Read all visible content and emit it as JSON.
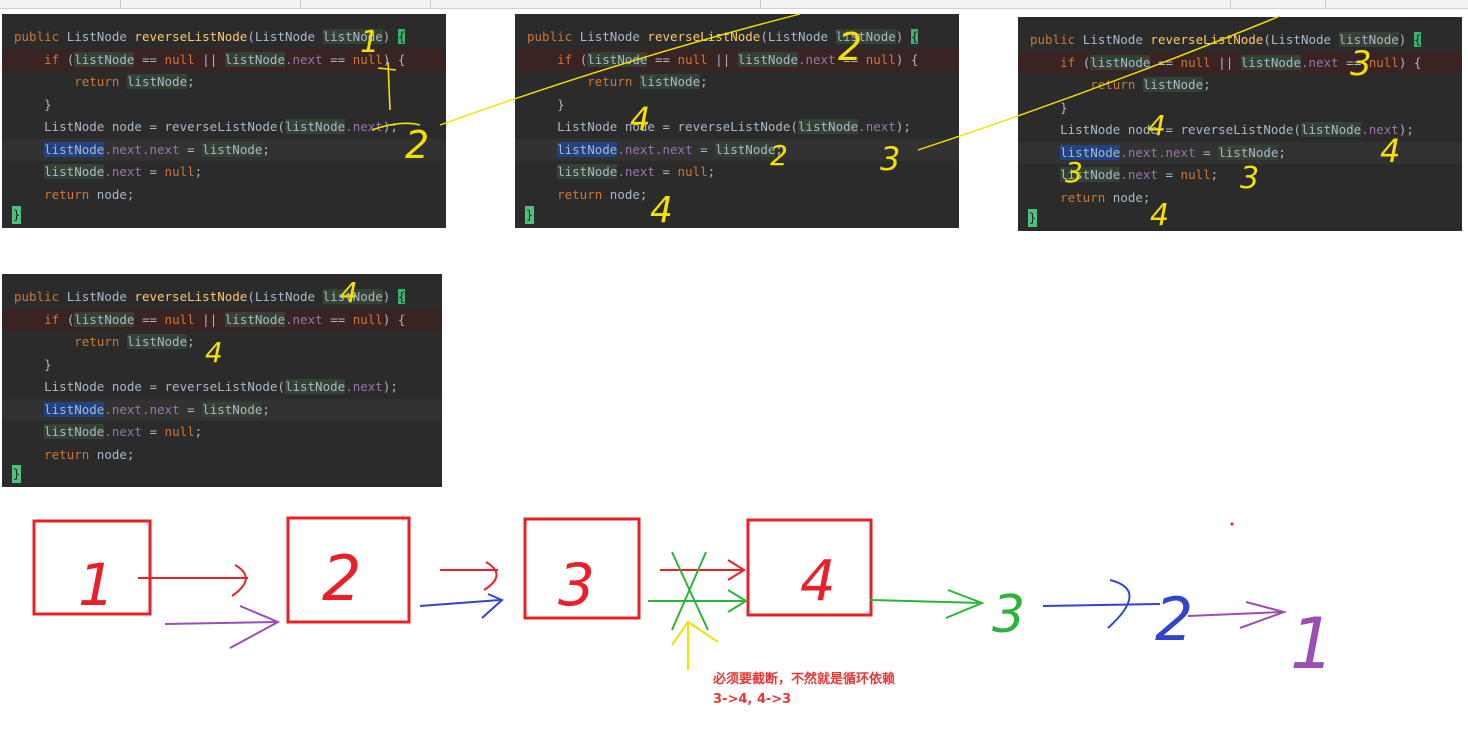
{
  "code": {
    "sig_public": "public ",
    "sig_type": "ListNode ",
    "sig_name": "reverseListNode",
    "sig_open": "(",
    "sig_ptype": "ListNode ",
    "sig_param": "listNode",
    "sig_close": ") ",
    "sig_brace": "{",
    "if_kw": "if ",
    "if_open": "(",
    "var": "listNode",
    "eq_null": " == ",
    "null": "null",
    "or": " || ",
    "dot_next": ".next",
    "if_close": ") {",
    "return_kw": "return ",
    "semi": ";",
    "close_if": "}",
    "node_decl": "ListNode node = ",
    "call_open": "(",
    "call_close": ");",
    "assign": " = ",
    "return_node": "node",
    "end_brace": "}"
  },
  "annotations": {
    "p1_num": "1",
    "p1_arrow": "2",
    "p2_num": "2",
    "p2_ret": "4",
    "p2_mid": "3",
    "p3_num": "3",
    "p3_a": "4",
    "p3_b": "3",
    "p3_c": "4",
    "p4_num": "4",
    "p4_ret": "4"
  },
  "nodes": [
    {
      "label": "1"
    },
    {
      "label": "2"
    },
    {
      "label": "3"
    },
    {
      "label": "4"
    }
  ],
  "result_chain": [
    "3",
    "2",
    "1"
  ],
  "note": {
    "line1": "必须要截断，不然就是循环依赖",
    "line2": "3->4, 4->3"
  },
  "colors": {
    "box": "#e8202a",
    "red_arrow": "#e8202a",
    "blue_arrow": "#3344cc",
    "purple_arrow": "#9a4fb5",
    "green_arrow": "#2db33a",
    "yellow_mark": "#f5e100"
  }
}
